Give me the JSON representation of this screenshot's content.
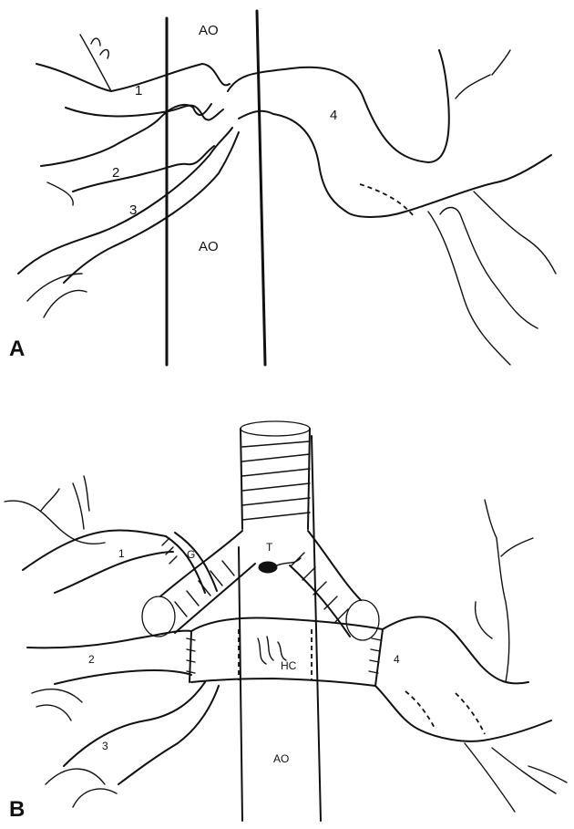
{
  "panels": {
    "a": {
      "letter": "A",
      "vessels": {
        "v1": "1",
        "v2": "2",
        "v3": "3",
        "v4": "4"
      },
      "aorta_top": "AO",
      "aorta_bottom": "AO"
    },
    "b": {
      "letter": "B",
      "vessels": {
        "v1": "1",
        "v2": "2",
        "v3": "3",
        "v4": "4"
      },
      "graft": "G",
      "trifurcation": "T",
      "hc": "HC",
      "aorta": "AO"
    }
  },
  "colors": {
    "ink": "#111111",
    "background": "#ffffff"
  }
}
